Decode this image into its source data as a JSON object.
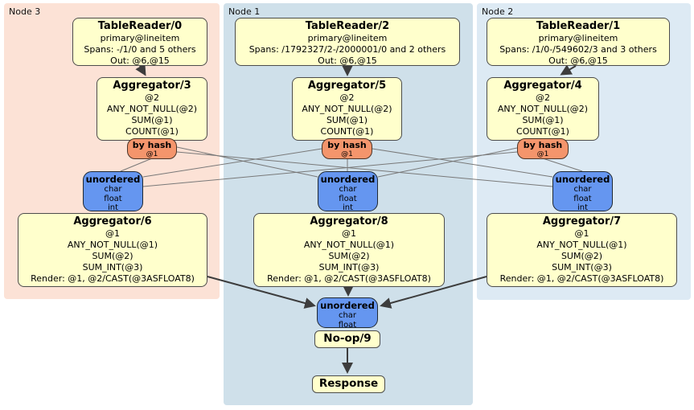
{
  "title": "Distributed SQL query plan",
  "colors": {
    "node3_bg": "#fce2d6",
    "node1_bg": "#cfe0ea",
    "node2_bg": "#ddeaf4",
    "operator_box": "#ffffcc",
    "router_box": "#f4956c",
    "sync_box": "#6596f0",
    "edge_thin": "#787878",
    "edge_thick": "#3d3d3d"
  },
  "nodes": [
    {
      "label": "Node 3",
      "tablereader": {
        "title": "TableReader/0",
        "lines": [
          "primary@lineitem",
          "Spans: -/1/0 and 5 others",
          "Out: @6,@15"
        ]
      },
      "aggregator_top": {
        "title": "Aggregator/3",
        "lines": [
          "@2",
          "ANY_NOT_NULL(@2)",
          "SUM(@1)",
          "COUNT(@1)"
        ]
      },
      "router": {
        "title": "by hash",
        "detail": "@1"
      },
      "sync": {
        "title": "unordered",
        "types": [
          "char",
          "float",
          "int"
        ]
      },
      "aggregator_bottom": {
        "title": "Aggregator/6",
        "lines": [
          "@1",
          "ANY_NOT_NULL(@1)",
          "SUM(@2)",
          "SUM_INT(@3)",
          "Render: @1, @2/CAST(@3ASFLOAT8)"
        ]
      }
    },
    {
      "label": "Node 1",
      "tablereader": {
        "title": "TableReader/2",
        "lines": [
          "primary@lineitem",
          "Spans: /1792327/2-/2000001/0 and 2 others",
          "Out: @6,@15"
        ]
      },
      "aggregator_top": {
        "title": "Aggregator/5",
        "lines": [
          "@2",
          "ANY_NOT_NULL(@2)",
          "SUM(@1)",
          "COUNT(@1)"
        ]
      },
      "router": {
        "title": "by hash",
        "detail": "@1"
      },
      "sync": {
        "title": "unordered",
        "types": [
          "char",
          "float",
          "int"
        ]
      },
      "aggregator_bottom": {
        "title": "Aggregator/8",
        "lines": [
          "@1",
          "ANY_NOT_NULL(@1)",
          "SUM(@2)",
          "SUM_INT(@3)",
          "Render: @1, @2/CAST(@3ASFLOAT8)"
        ]
      }
    },
    {
      "label": "Node 2",
      "tablereader": {
        "title": "TableReader/1",
        "lines": [
          "primary@lineitem",
          "Spans: /1/0-/549602/3 and 3 others",
          "Out: @6,@15"
        ]
      },
      "aggregator_top": {
        "title": "Aggregator/4",
        "lines": [
          "@2",
          "ANY_NOT_NULL(@2)",
          "SUM(@1)",
          "COUNT(@1)"
        ]
      },
      "router": {
        "title": "by hash",
        "detail": "@1"
      },
      "sync": {
        "title": "unordered",
        "types": [
          "char",
          "float",
          "int"
        ]
      },
      "aggregator_bottom": {
        "title": "Aggregator/7",
        "lines": [
          "@1",
          "ANY_NOT_NULL(@1)",
          "SUM(@2)",
          "SUM_INT(@3)",
          "Render: @1, @2/CAST(@3ASFLOAT8)"
        ]
      }
    }
  ],
  "final": {
    "sync": {
      "title": "unordered",
      "types": [
        "char",
        "float"
      ]
    },
    "noop": {
      "title": "No-op/9"
    },
    "response": {
      "title": "Response"
    }
  }
}
